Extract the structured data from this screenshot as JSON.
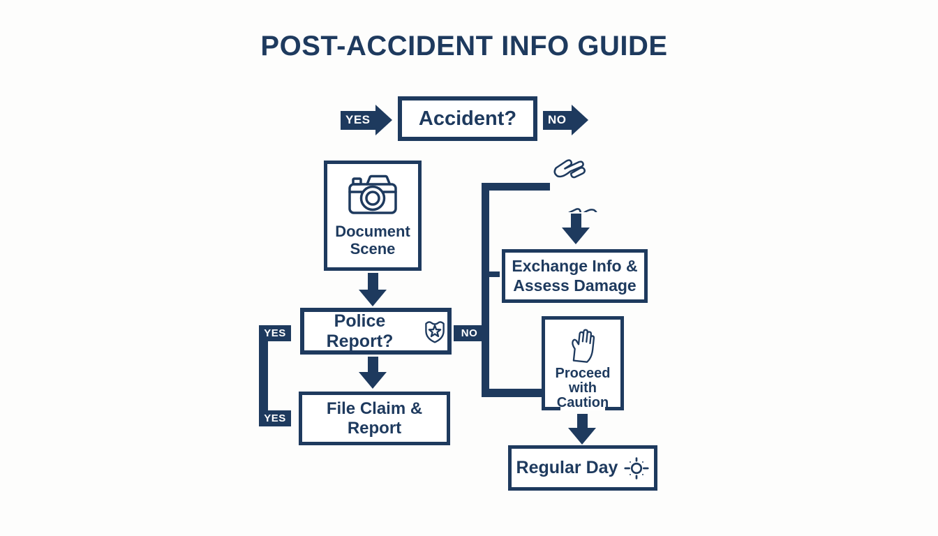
{
  "title": "POST-ACCIDENT INFO GUIDE",
  "colors": {
    "navy": "#1e3a5e",
    "background": "#fdfdfc",
    "box_fill": "#ffffff",
    "label_text_on_navy": "#ffffff"
  },
  "decision": {
    "label": "Accident?",
    "yes": "YES",
    "no": "NO"
  },
  "left_branch": {
    "document_scene": {
      "icon": "camera-icon",
      "line1": "Document",
      "line2": "Scene"
    },
    "police_report": {
      "label": "Police Report?",
      "icon": "police-badge-icon",
      "yes_top": "YES",
      "yes_bottom": "YES",
      "no": "NO"
    },
    "file_claim": {
      "line1": "File Claim &",
      "line2": "Report"
    }
  },
  "right_branch": {
    "handshake_icon": "handshake-icon",
    "exchange_info": {
      "line1": "Exchange Info &",
      "line2": "Assess Damage"
    },
    "proceed_caution": {
      "icon": "raised-hand-icon",
      "line1": "Proceed",
      "line2": "with",
      "line3": "Caution"
    },
    "regular_day": {
      "label": "Regular Day",
      "icon": "sun-icon"
    }
  }
}
